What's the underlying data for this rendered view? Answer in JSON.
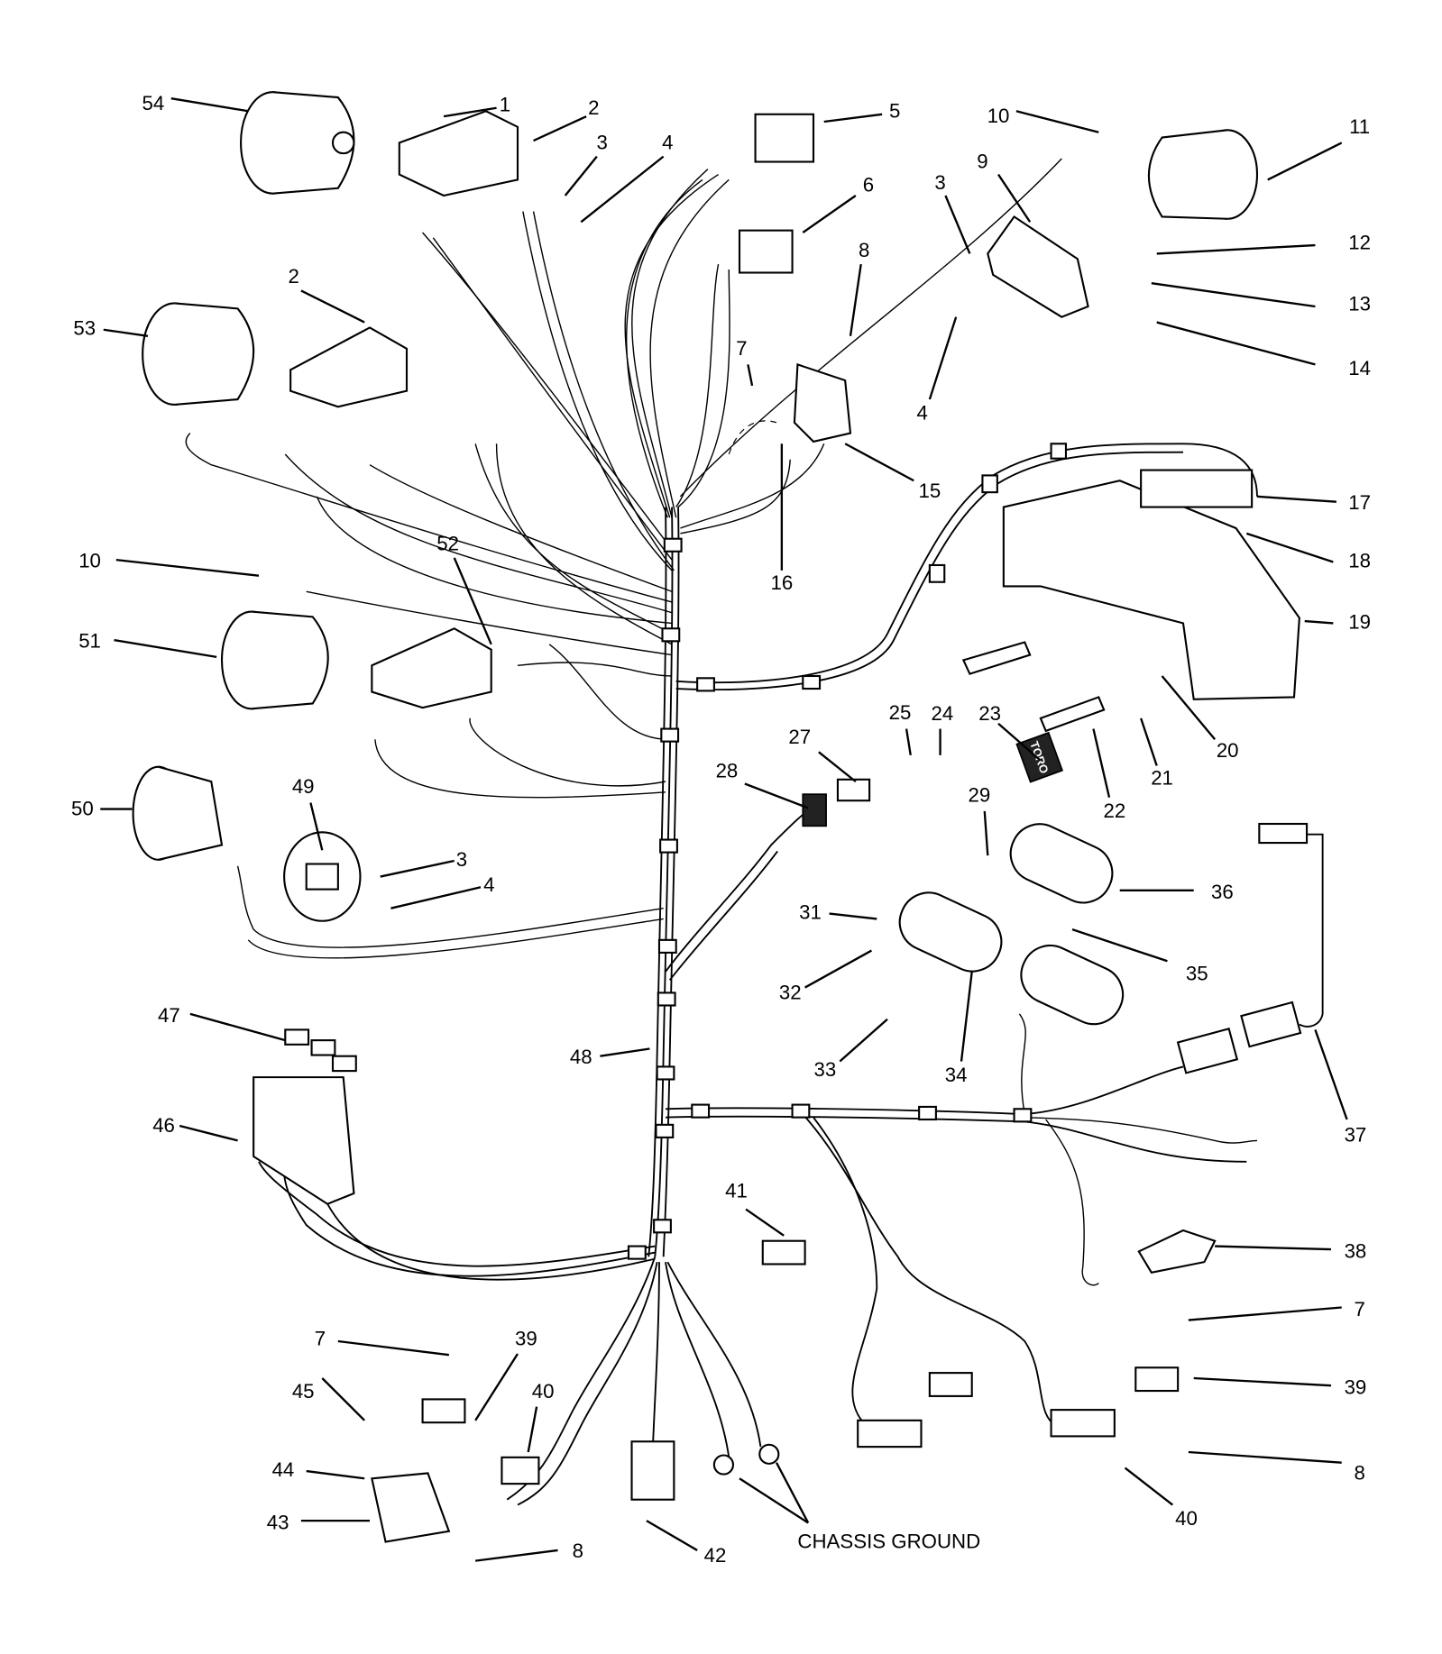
{
  "callouts": [
    {
      "n": "54"
    },
    {
      "n": "1"
    },
    {
      "n": "2"
    },
    {
      "n": "3"
    },
    {
      "n": "4"
    },
    {
      "n": "5"
    },
    {
      "n": "6"
    },
    {
      "n": "10"
    },
    {
      "n": "11"
    },
    {
      "n": "9"
    },
    {
      "n": "3"
    },
    {
      "n": "8"
    },
    {
      "n": "12"
    },
    {
      "n": "13"
    },
    {
      "n": "14"
    },
    {
      "n": "4"
    },
    {
      "n": "7"
    },
    {
      "n": "15"
    },
    {
      "n": "16"
    },
    {
      "n": "17"
    },
    {
      "n": "18"
    },
    {
      "n": "19"
    },
    {
      "n": "20"
    },
    {
      "n": "21"
    },
    {
      "n": "22"
    },
    {
      "n": "23"
    },
    {
      "n": "24"
    },
    {
      "n": "25"
    },
    {
      "n": "27"
    },
    {
      "n": "28"
    },
    {
      "n": "29"
    },
    {
      "n": "31"
    },
    {
      "n": "32"
    },
    {
      "n": "33"
    },
    {
      "n": "34"
    },
    {
      "n": "35"
    },
    {
      "n": "36"
    },
    {
      "n": "37"
    },
    {
      "n": "38"
    },
    {
      "n": "7"
    },
    {
      "n": "39"
    },
    {
      "n": "8"
    },
    {
      "n": "40"
    },
    {
      "n": "42"
    },
    {
      "n": "8"
    },
    {
      "n": "43"
    },
    {
      "n": "44"
    },
    {
      "n": "45"
    },
    {
      "n": "7"
    },
    {
      "n": "39"
    },
    {
      "n": "40"
    },
    {
      "n": "41"
    },
    {
      "n": "46"
    },
    {
      "n": "47"
    },
    {
      "n": "48"
    },
    {
      "n": "50"
    },
    {
      "n": "49"
    },
    {
      "n": "3"
    },
    {
      "n": "4"
    },
    {
      "n": "51"
    },
    {
      "n": "10"
    },
    {
      "n": "52"
    },
    {
      "n": "53"
    },
    {
      "n": "2"
    }
  ],
  "chassis_ground_label": "CHASSIS GROUND",
  "key_tag_text": "TORO"
}
